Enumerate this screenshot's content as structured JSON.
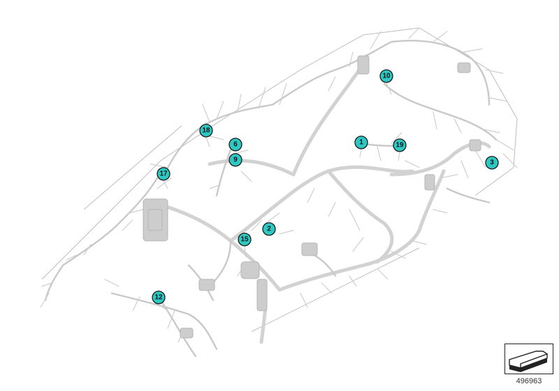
{
  "callouts": [
    {
      "label": "10"
    },
    {
      "label": "1"
    },
    {
      "label": "19"
    },
    {
      "label": "3"
    },
    {
      "label": "18"
    },
    {
      "label": "6"
    },
    {
      "label": "9"
    },
    {
      "label": "17"
    },
    {
      "label": "2"
    },
    {
      "label": "15"
    },
    {
      "label": "12"
    }
  ],
  "reference": {
    "number": "496963",
    "icon": "wiring-harness-symbol-icon"
  },
  "colors": {
    "callout_fill": "#2ec8c4",
    "wire": "#c9c9c9"
  }
}
